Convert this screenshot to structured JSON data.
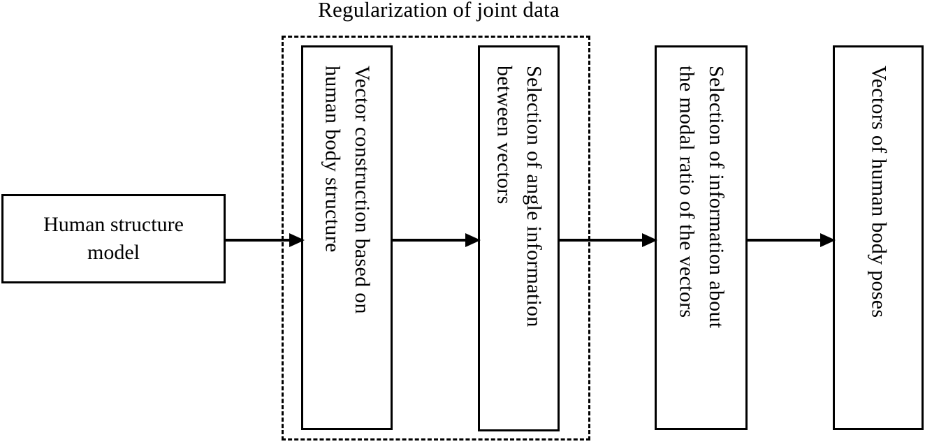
{
  "diagram": {
    "title": "Regularization of joint data",
    "group": {
      "label": "Regularization of joint data",
      "style": "dashed-border",
      "contains": [
        "vector-construction",
        "angle-selection"
      ]
    },
    "nodes": [
      {
        "id": "human-structure-model",
        "label": "Human structure\nmodel",
        "orientation": "horizontal"
      },
      {
        "id": "vector-construction",
        "label": "Vector construction based on\nhuman body structure",
        "orientation": "vertical"
      },
      {
        "id": "angle-selection",
        "label": "Selection of angle  information\nbetween vectors",
        "orientation": "vertical"
      },
      {
        "id": "modal-ratio-selection",
        "label": "Selection of information about\nthe modal ratio of the vectors",
        "orientation": "vertical"
      },
      {
        "id": "human-body-pose-vectors",
        "label": "Vectors of human body poses",
        "orientation": "vertical"
      }
    ],
    "edges": [
      {
        "id": "edge-1",
        "from": "human-structure-model",
        "to": "vector-construction",
        "label": ""
      },
      {
        "id": "edge-2",
        "from": "vector-construction",
        "to": "angle-selection",
        "label": ""
      },
      {
        "id": "edge-3",
        "from": "angle-selection",
        "to": "modal-ratio-selection",
        "label": ""
      },
      {
        "id": "edge-4",
        "from": "modal-ratio-selection",
        "to": "human-body-pose-vectors",
        "label": ""
      }
    ],
    "colors": {
      "stroke": "#000000",
      "fill": "#ffffff",
      "text": "#000000"
    }
  }
}
